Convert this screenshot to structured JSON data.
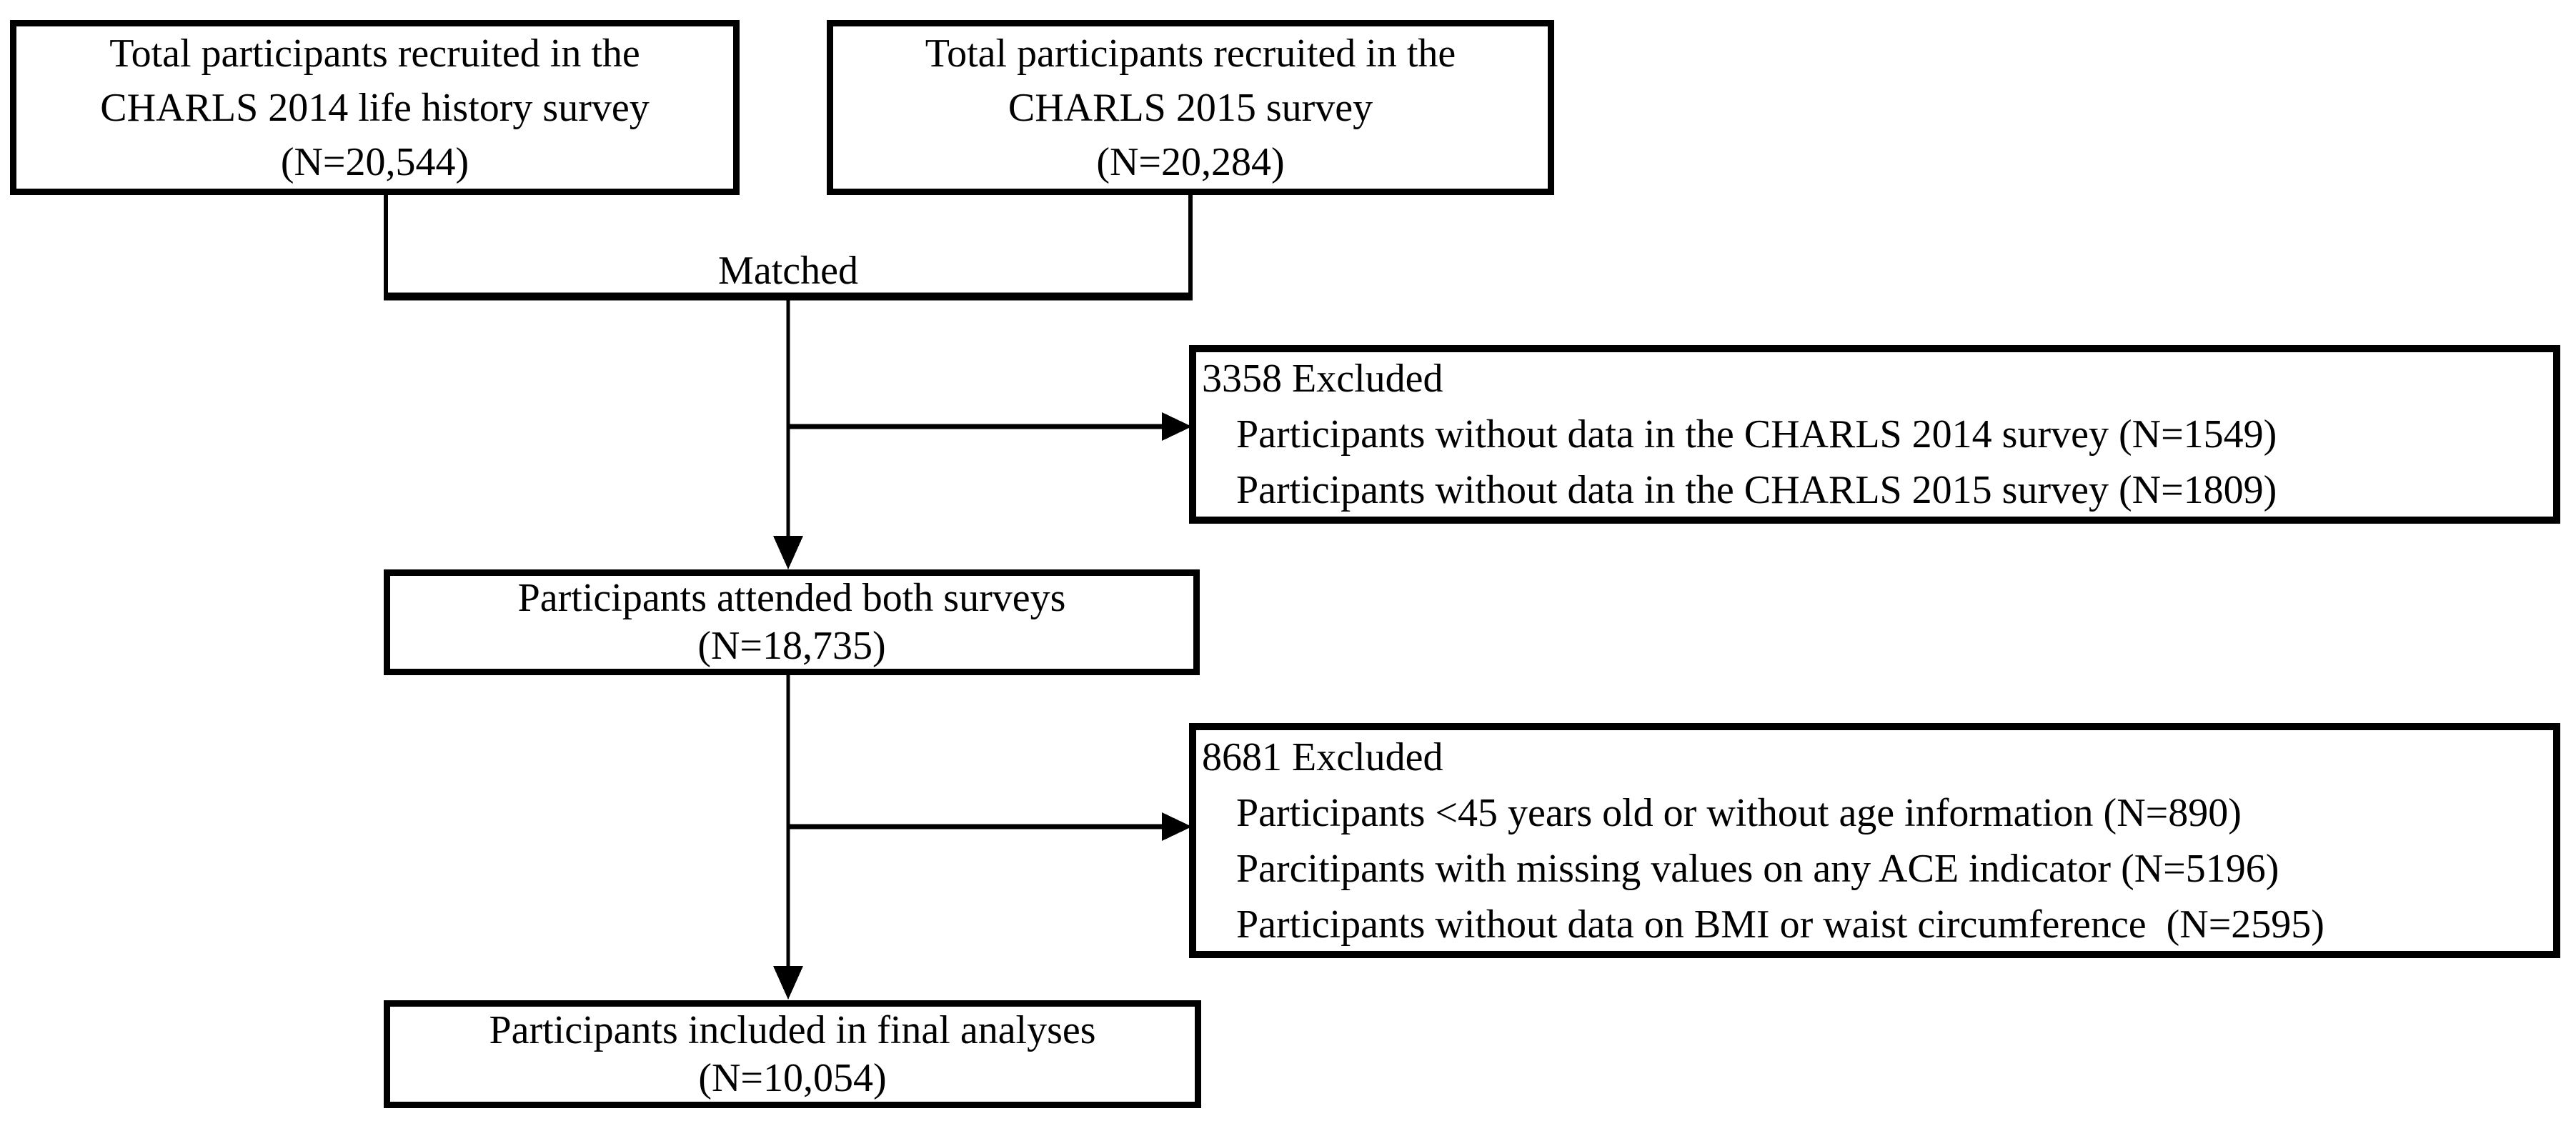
{
  "colors": {
    "line": "#000000",
    "background": "#ffffff"
  },
  "flow": {
    "box_charls2014": {
      "line1": "Total participants recruited in the",
      "line2": "CHARLS 2014 life history survey",
      "line3": "(N=20,544)"
    },
    "box_charls2015": {
      "line1": "Total participants recruited in the",
      "line2": "CHARLS 2015 survey",
      "line3": "(N=20,284)"
    },
    "matched_label": "Matched",
    "box_excluded_1": {
      "title": "3358 Excluded",
      "item1": "Participants without data in the CHARLS 2014 survey (N=1549)",
      "item2": "Participants without data in the CHARLS 2015 survey (N=1809)"
    },
    "box_both_surveys": {
      "line1": "Participants attended both surveys",
      "line2": "(N=18,735)"
    },
    "box_excluded_2": {
      "title": "8681 Excluded",
      "item1": "Participants <45 years old or without age information (N=890)",
      "item2": "Parcitipants with missing values on any ACE indicator (N=5196)",
      "item3": "Participants without data on BMI or waist circumference  (N=2595)"
    },
    "box_final": {
      "line1": "Participants included in final analyses",
      "line2": "(N=10,054)"
    }
  }
}
